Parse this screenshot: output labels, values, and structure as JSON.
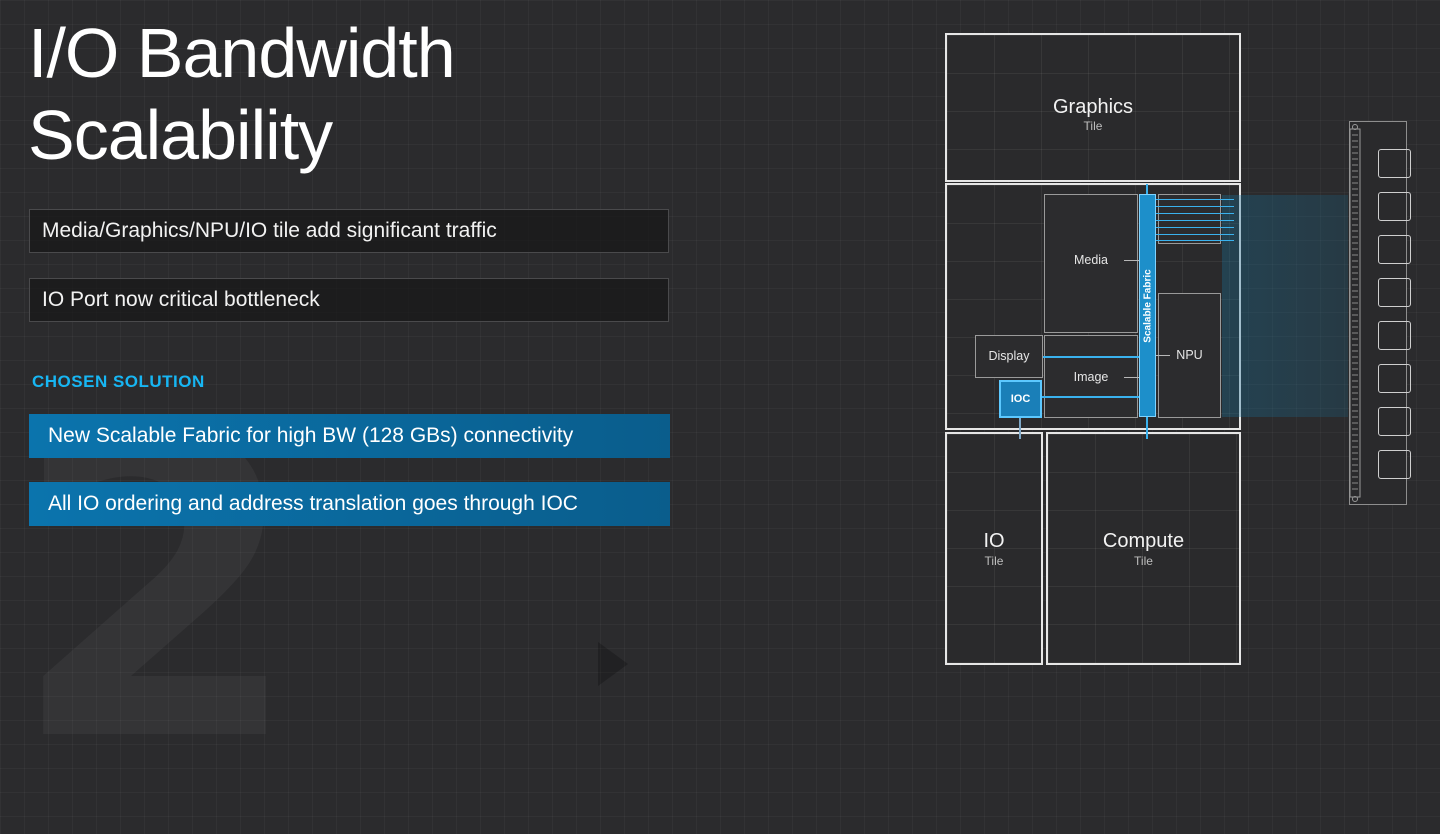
{
  "slide": {
    "title_line1": "I/O Bandwidth",
    "title_line2": "Scalability",
    "watermark_number": "2",
    "bullets": [
      "Media/Graphics/NPU/IO tile add significant traffic",
      "IO Port now critical bottleneck"
    ],
    "section_label": "CHOSEN SOLUTION",
    "solutions": [
      "New Scalable Fabric for high BW (128 GBs) connectivity",
      "All IO ordering and address translation goes through IOC"
    ],
    "accent_color": "#17b6f3",
    "solution_color": "#0b74ad"
  },
  "diagram": {
    "graphics_tile": {
      "name": "Graphics",
      "sub": "Tile"
    },
    "io_tile": {
      "name": "IO",
      "sub": "Tile"
    },
    "compute_tile": {
      "name": "Compute",
      "sub": "Tile"
    },
    "blocks": {
      "media": "Media",
      "npu": "NPU",
      "display": "Display",
      "image": "Image",
      "ioc": "IOC",
      "fabric": "Scalable Fabric"
    },
    "memory_icon": "dimm-memory-icon"
  }
}
